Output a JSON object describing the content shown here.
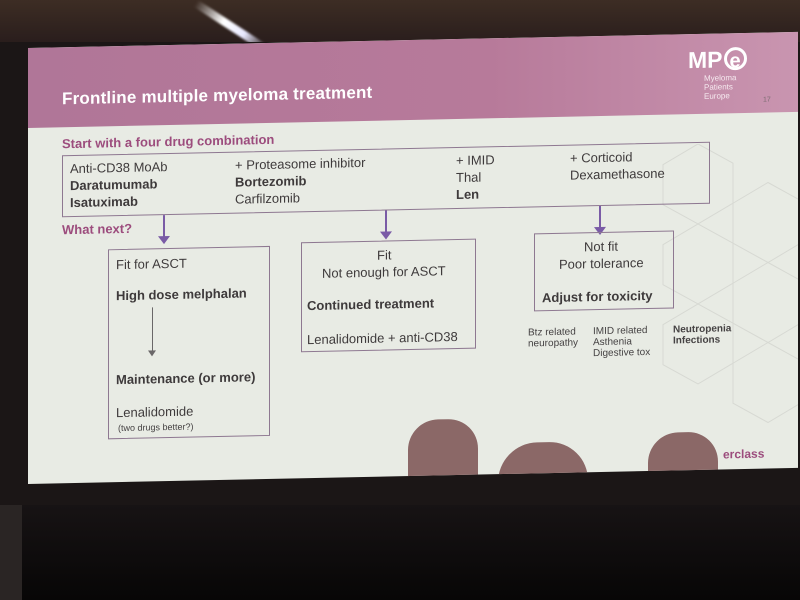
{
  "slide": {
    "title": "Frontline multiple myeloma treatment",
    "logo": {
      "text": "MP",
      "circle_letter": "e",
      "subtitle_lines": [
        "Myeloma",
        "Patients",
        "Europe"
      ]
    },
    "page_number": "17",
    "start_heading": "Start with a four drug combination",
    "next_heading": "What next?",
    "drug_columns": [
      {
        "header": "Anti-CD38 MoAb",
        "drugs": [
          "Daratumumab",
          "Isatuximab"
        ]
      },
      {
        "header": "+ Proteasome inhibitor",
        "drugs": [
          "Bortezomib",
          "Carfilzomib"
        ]
      },
      {
        "header": "+ IMID",
        "drugs": [
          "Thal",
          "Len"
        ]
      },
      {
        "header": "+ Corticoid",
        "drugs": [
          "Dexamethasone"
        ]
      }
    ],
    "branches": [
      {
        "title": "Fit for ASCT",
        "step1": "High dose melphalan",
        "step2": "Maintenance (or more)",
        "drug": "Lenalidomide",
        "note": "(two drugs better?)"
      },
      {
        "title_line1": "Fit",
        "title_line2": "Not enough for ASCT",
        "step": "Continued treatment",
        "drug": "Lenalidomide + anti-CD38"
      },
      {
        "title_line1": "Not fit",
        "title_line2": "Poor tolerance",
        "step": "Adjust for toxicity"
      }
    ],
    "toxicities": [
      {
        "lines": [
          "Btz related",
          "neuropathy"
        ]
      },
      {
        "lines": [
          "IMID related",
          "Asthenia",
          "Digestive tox"
        ]
      },
      {
        "lines": [
          "Neutropenia",
          "Infections"
        ]
      }
    ],
    "footer_partial": "erclass"
  },
  "colors": {
    "header": "#b07698",
    "accent": "#9c4c7d",
    "arrow": "#7a5ba6",
    "slide_bg": "#e8ebe4"
  }
}
